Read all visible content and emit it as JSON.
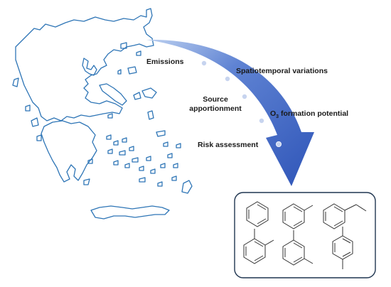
{
  "labels": {
    "emissions": "Emissions",
    "spatiotemporal": "Spatiotemporal variations",
    "source_line1": "Source",
    "source_line2": "apportionment",
    "o3_prefix": "O",
    "o3_sub": "3",
    "o3_suffix": " formation potential",
    "risk": "Risk assessment"
  },
  "colors": {
    "map_outline": "#2e75b6",
    "arrow_dark": "#2f55b8",
    "arrow_light": "#a9c2ec",
    "dot_fill": "#c7d4ef",
    "box_border": "#1f3550",
    "molecule_stroke": "#333333"
  },
  "molecules": [
    "benzene",
    "toluene",
    "ethylbenzene",
    "o-xylene",
    "m-xylene",
    "p-xylene"
  ]
}
